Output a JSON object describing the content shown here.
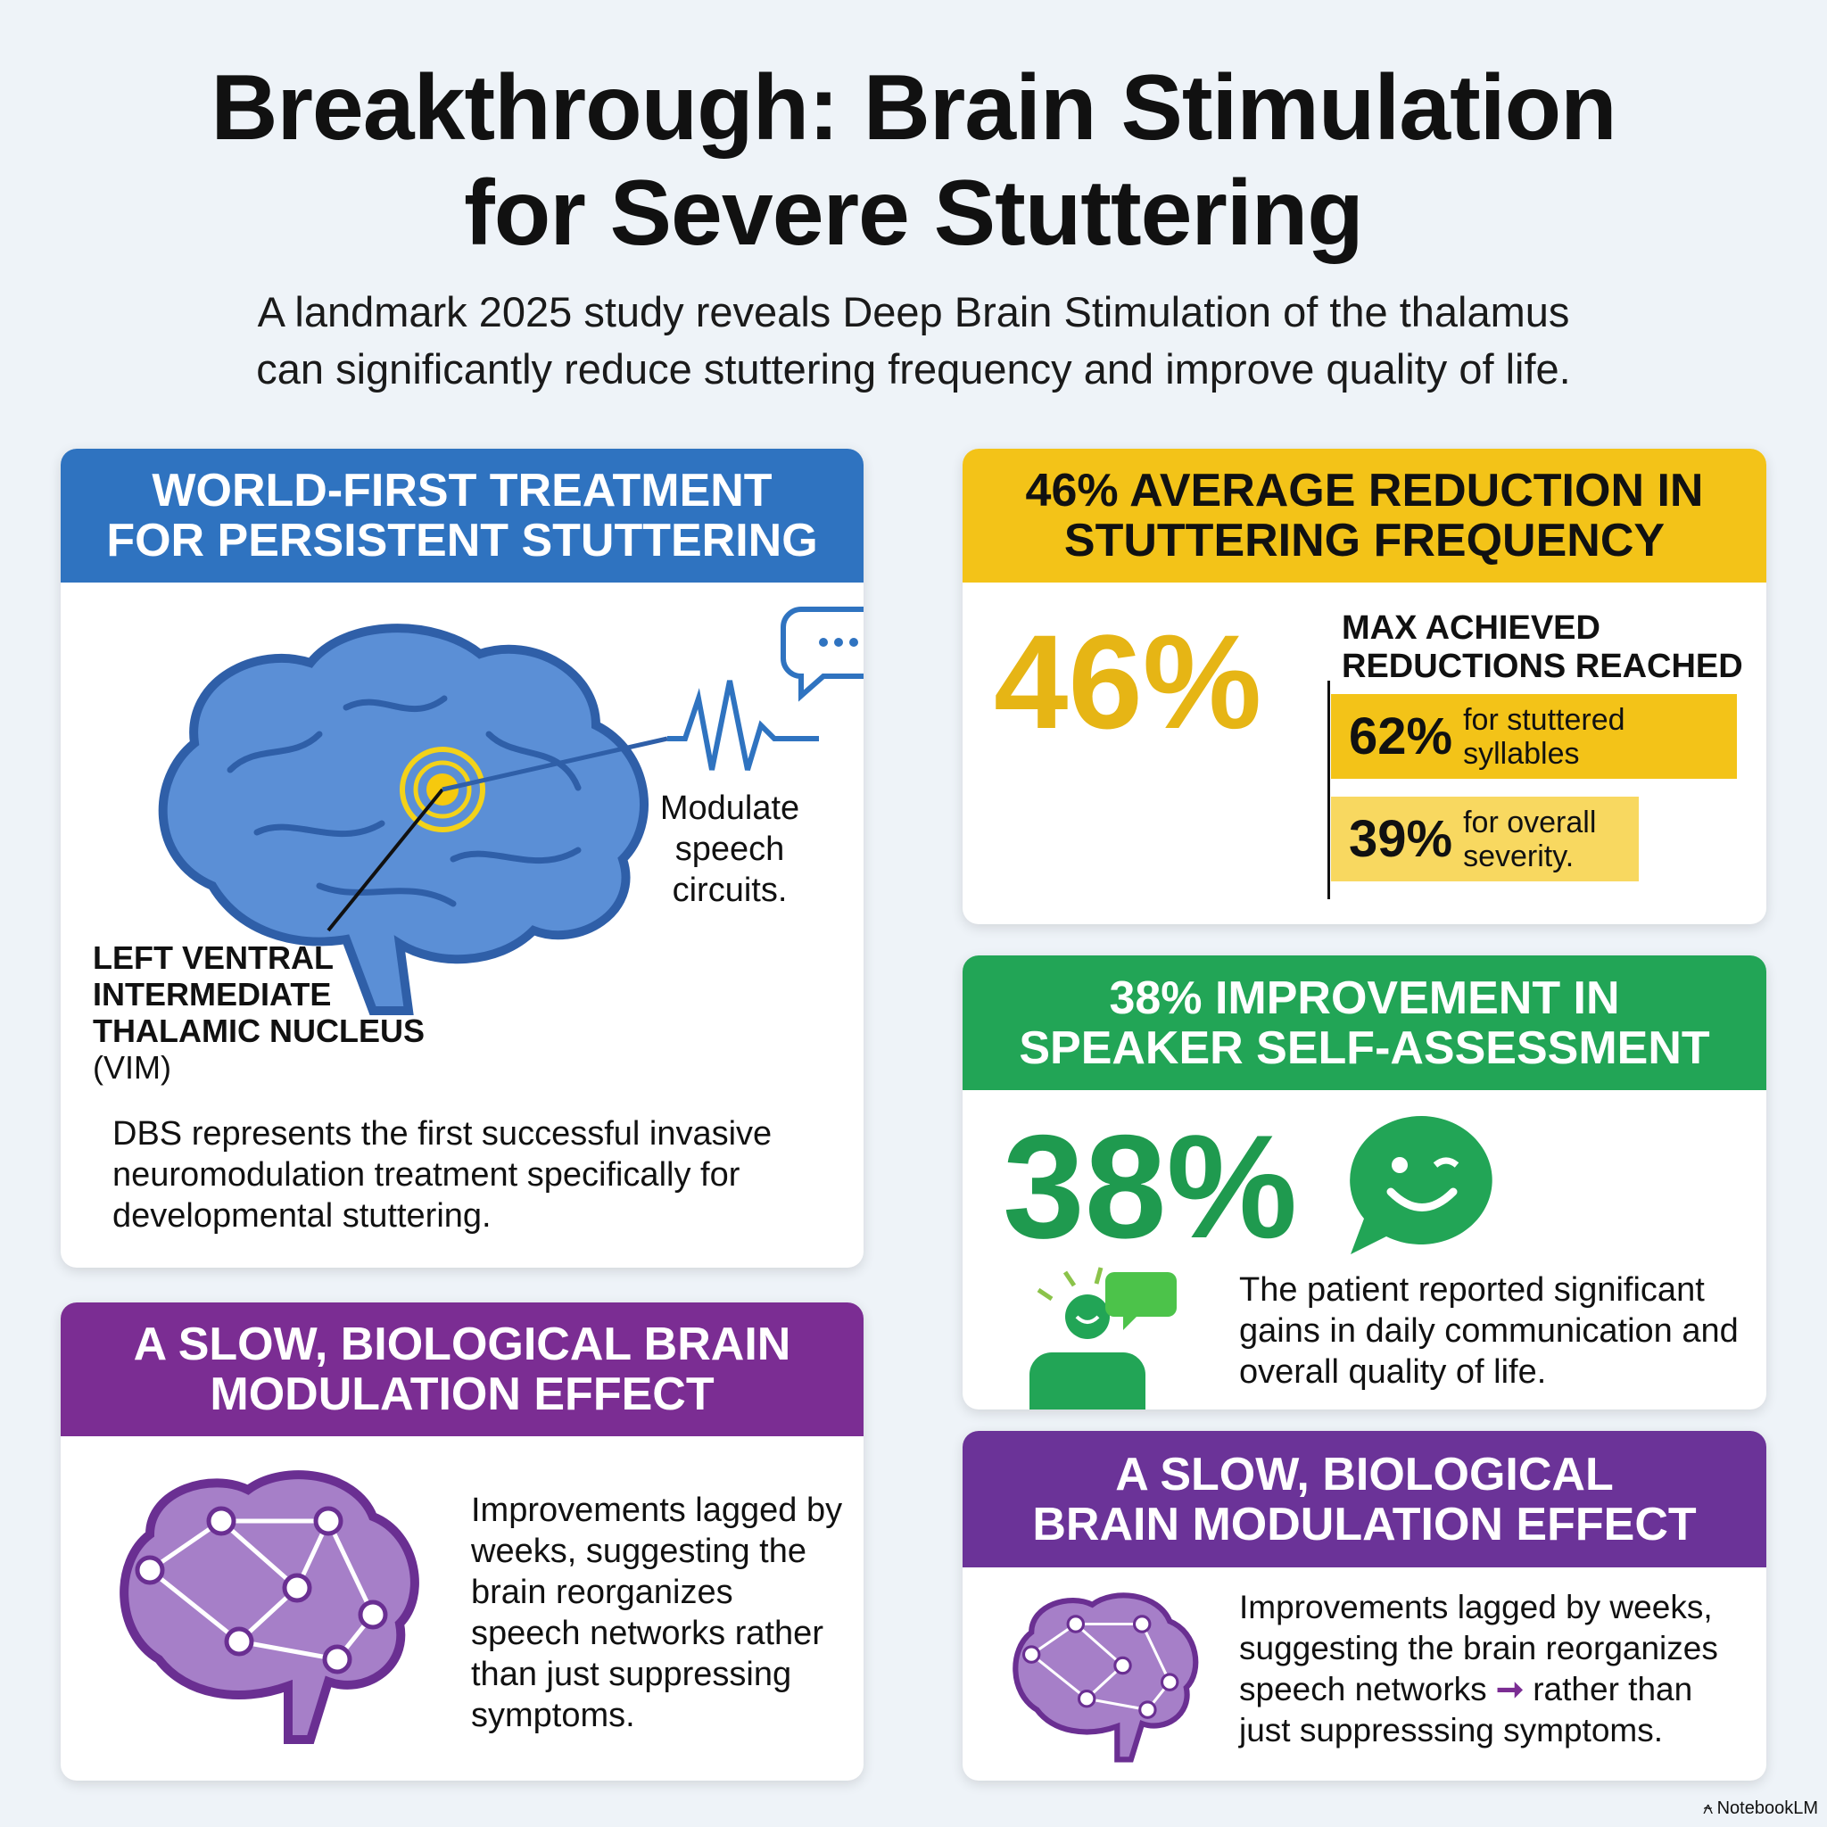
{
  "header": {
    "title_line1": "Breakthrough: Brain Stimulation",
    "title_line2": "for Severe Stuttering",
    "subtitle_line1": "A landmark 2025 study reveals Deep Brain Stimulation of the thalamus",
    "subtitle_line2": "can significantly reduce stuttering frequency and improve quality of life."
  },
  "card_treatment": {
    "title_line1": "WORLD-FIRST TREATMENT",
    "title_line2": "FOR PERSISTENT STUTTERING",
    "modulate_label": "Modulate speech circuits.",
    "target_label_line1": "LEFT VENTRAL",
    "target_label_line2": "INTERMEDIATE",
    "target_label_line3": "THALAMIC NUCLEUS",
    "target_label_line4": "(VIM)",
    "description": "DBS represents the first successful invasive neuromodulation treatment specifically for developmental stuttering."
  },
  "card_reduction": {
    "title_line1": "46% AVERAGE REDUCTION IN",
    "title_line2": "STUTTERING FREQUENCY",
    "big_value": "46%",
    "max_label_line1": "MAX ACHIEVED",
    "max_label_line2": "REDUCTIONS REACHED",
    "stats": [
      {
        "value": "62%",
        "label_line1": "for stuttered",
        "label_line2": "syllables"
      },
      {
        "value": "39%",
        "label_line1": "for overall",
        "label_line2": "severity."
      }
    ]
  },
  "card_self_assessment": {
    "title_line1": "38% IMPROVEMENT IN",
    "title_line2": "SPEAKER SELF-ASSESSMENT",
    "big_value": "38%",
    "description": "The patient reported significant gains in daily communication and overall quality of life."
  },
  "card_slow_left": {
    "title_line1": "A SLOW, BIOLOGICAL BRAIN",
    "title_line2": "MODULATION EFFECT",
    "description": "Improvements lagged by weeks, suggesting the brain reorganizes speech networks rather than just suppressing symptoms."
  },
  "card_slow_right": {
    "title_line1": "A SLOW, BIOLOGICAL",
    "title_line2": "BRAIN MODULATION EFFECT",
    "desc_before_arrow": "Improvements lagged by weeks, suggesting the brain reorganizes speech networks",
    "desc_after_arrow": "rather than just suppresssing symptoms."
  },
  "branding": {
    "label": "NotebookLM"
  },
  "colors": {
    "blue": "#2f73c0",
    "yellow": "#f3c318",
    "green": "#22a556",
    "purple": "#7b2d93"
  }
}
